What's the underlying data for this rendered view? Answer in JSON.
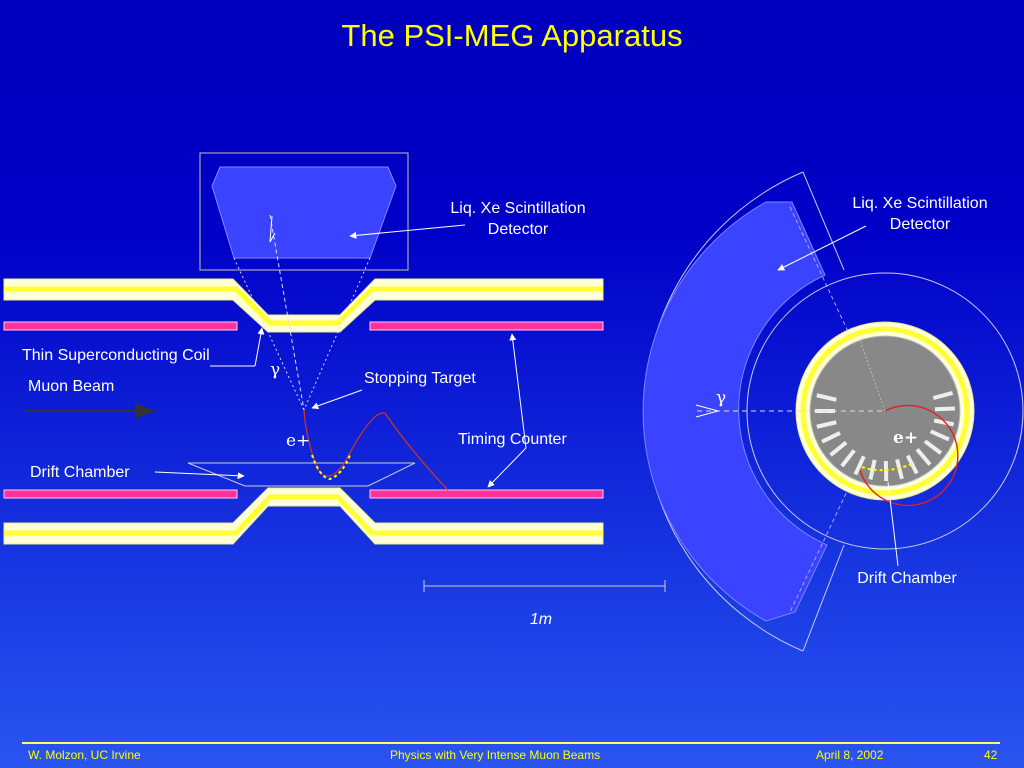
{
  "slide": {
    "title": "The PSI-MEG Apparatus",
    "footer": {
      "author": "W. Molzon, UC Irvine",
      "talk": "Physics with Very Intense Muon Beams",
      "date": "April 8, 2002",
      "page": "42"
    }
  },
  "side_view": {
    "labels": {
      "xe_line1": "Liq. Xe Scintillation",
      "xe_line2": "Detector",
      "coil": "Thin Superconducting Coil",
      "muon_beam": "Muon Beam",
      "stopping_target": "Stopping Target",
      "timing_counter": "Timing Counter",
      "drift_chamber": "Drift Chamber",
      "gamma": "γ",
      "positron": "e+"
    },
    "scale_label": "1m"
  },
  "end_view": {
    "labels": {
      "xe_line1": "Liq. Xe Scintillation",
      "xe_line2": "Detector",
      "gamma": "γ",
      "positron": "e+",
      "drift_chamber": "Drift Chamber"
    }
  },
  "colors": {
    "detector_blue": "#3a44ff",
    "coil_cream": "#ffffd8",
    "coil_yellow": "#ffff33",
    "beam_pipe_pink": "#ff3399",
    "inner_gray": "#888888",
    "text_white": "#ffffff",
    "title_yellow": "#ffff00"
  }
}
